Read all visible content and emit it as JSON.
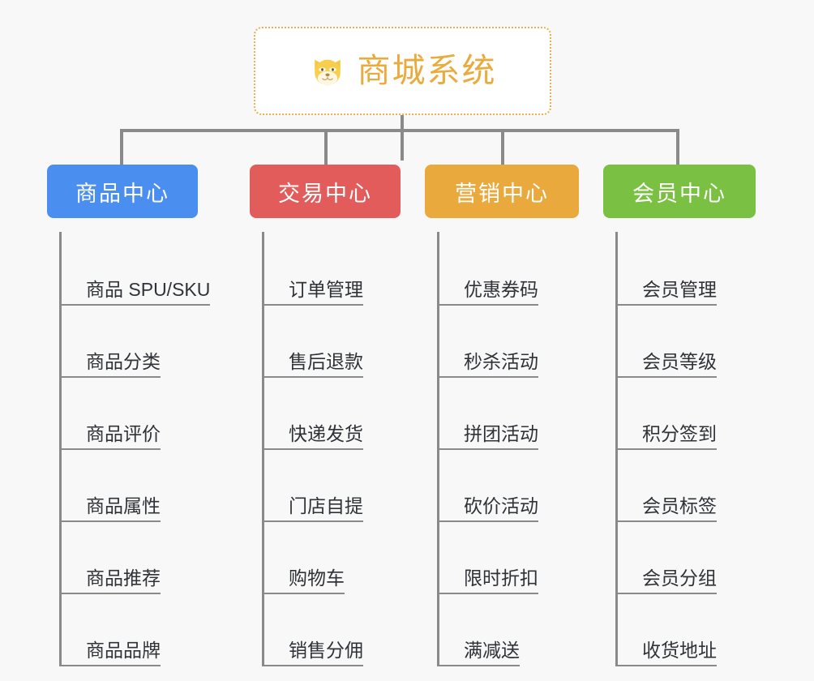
{
  "canvas": {
    "background": "#f8f8f8",
    "line_color": "#8a8a8a"
  },
  "root": {
    "icon": "dog-face-emoji",
    "title": "商城系统",
    "title_color": "#eaab3e",
    "border_color": "#e8b14c",
    "border_style": "dotted"
  },
  "branches": [
    {
      "label": "商品中心",
      "color": "#4a8ff0",
      "items": [
        "商品 SPU/SKU",
        "商品分类",
        "商品评价",
        "商品属性",
        "商品推荐",
        "商品品牌"
      ]
    },
    {
      "label": "交易中心",
      "color": "#e25c5c",
      "items": [
        "订单管理",
        "售后退款",
        "快递发货",
        "门店自提",
        "购物车",
        "销售分佣"
      ]
    },
    {
      "label": "营销中心",
      "color": "#e9a93c",
      "items": [
        "优惠券码",
        "秒杀活动",
        "拼团活动",
        "砍价活动",
        "限时折扣",
        "满减送"
      ]
    },
    {
      "label": "会员中心",
      "color": "#7ac143",
      "items": [
        "会员管理",
        "会员等级",
        "积分签到",
        "会员标签",
        "会员分组",
        "收货地址"
      ]
    }
  ]
}
